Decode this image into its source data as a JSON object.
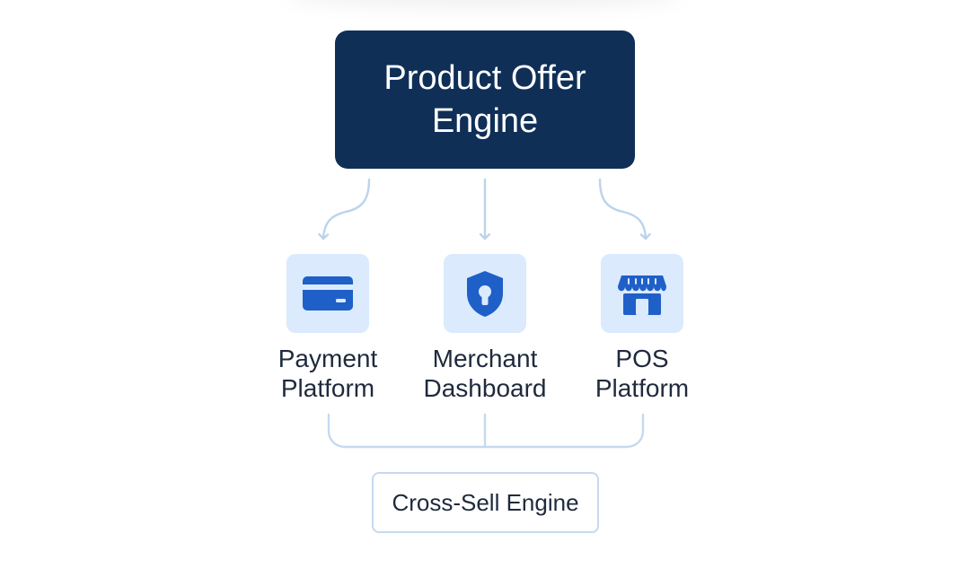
{
  "diagram": {
    "root": {
      "label": "Product Offer\nEngine"
    },
    "children": [
      {
        "id": "payment",
        "label": "Payment\nPlatform",
        "icon": "credit-card-icon"
      },
      {
        "id": "merchant",
        "label": "Merchant\nDashboard",
        "icon": "shield-keyhole-icon"
      },
      {
        "id": "pos",
        "label": "POS\nPlatform",
        "icon": "storefront-icon"
      }
    ],
    "bottom": {
      "label": "Cross-Sell Engine"
    },
    "colors": {
      "root_fill": "#0f2f57",
      "icon_fill": "#1f5fc8",
      "icon_tile": "#dbeafd",
      "connector": "#bcd3ec",
      "text": "#1f2a3d"
    }
  }
}
